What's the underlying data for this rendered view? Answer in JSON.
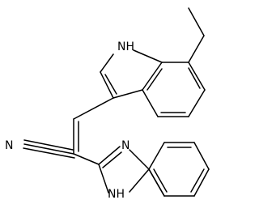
{
  "structure": {
    "labels": {
      "nh_indole": "NH",
      "nitrile_n": "N",
      "imidazole_n": "N",
      "nh_benzimidazole": "NH"
    }
  }
}
